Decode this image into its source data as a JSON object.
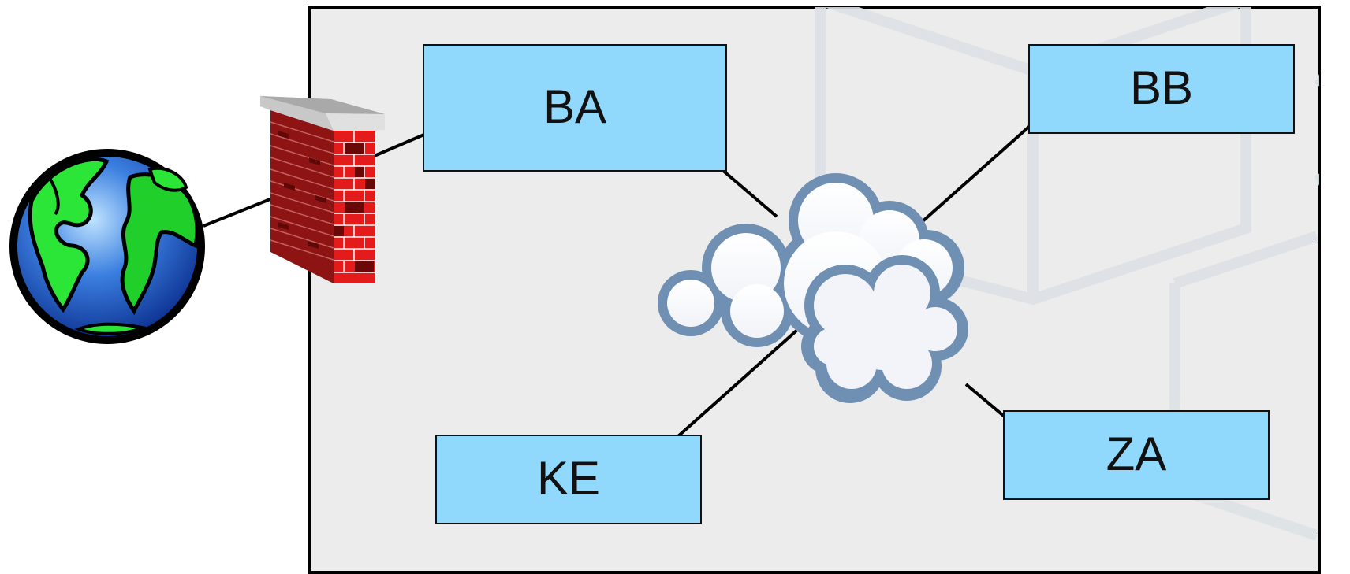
{
  "nodes": [
    {
      "id": "ba",
      "label": "BA"
    },
    {
      "id": "bb",
      "label": "BB"
    },
    {
      "id": "ke",
      "label": "KE"
    },
    {
      "id": "za",
      "label": "ZA"
    }
  ],
  "icons": {
    "internet": "globe-icon",
    "firewall": "firewall-icon",
    "network": "cloud-icon"
  },
  "colors": {
    "node_fill": "#90d9fc",
    "node_stroke": "#111111",
    "region_fill": "#ececec",
    "link": "#000000",
    "cloud_outline": "#6f8fb3"
  }
}
